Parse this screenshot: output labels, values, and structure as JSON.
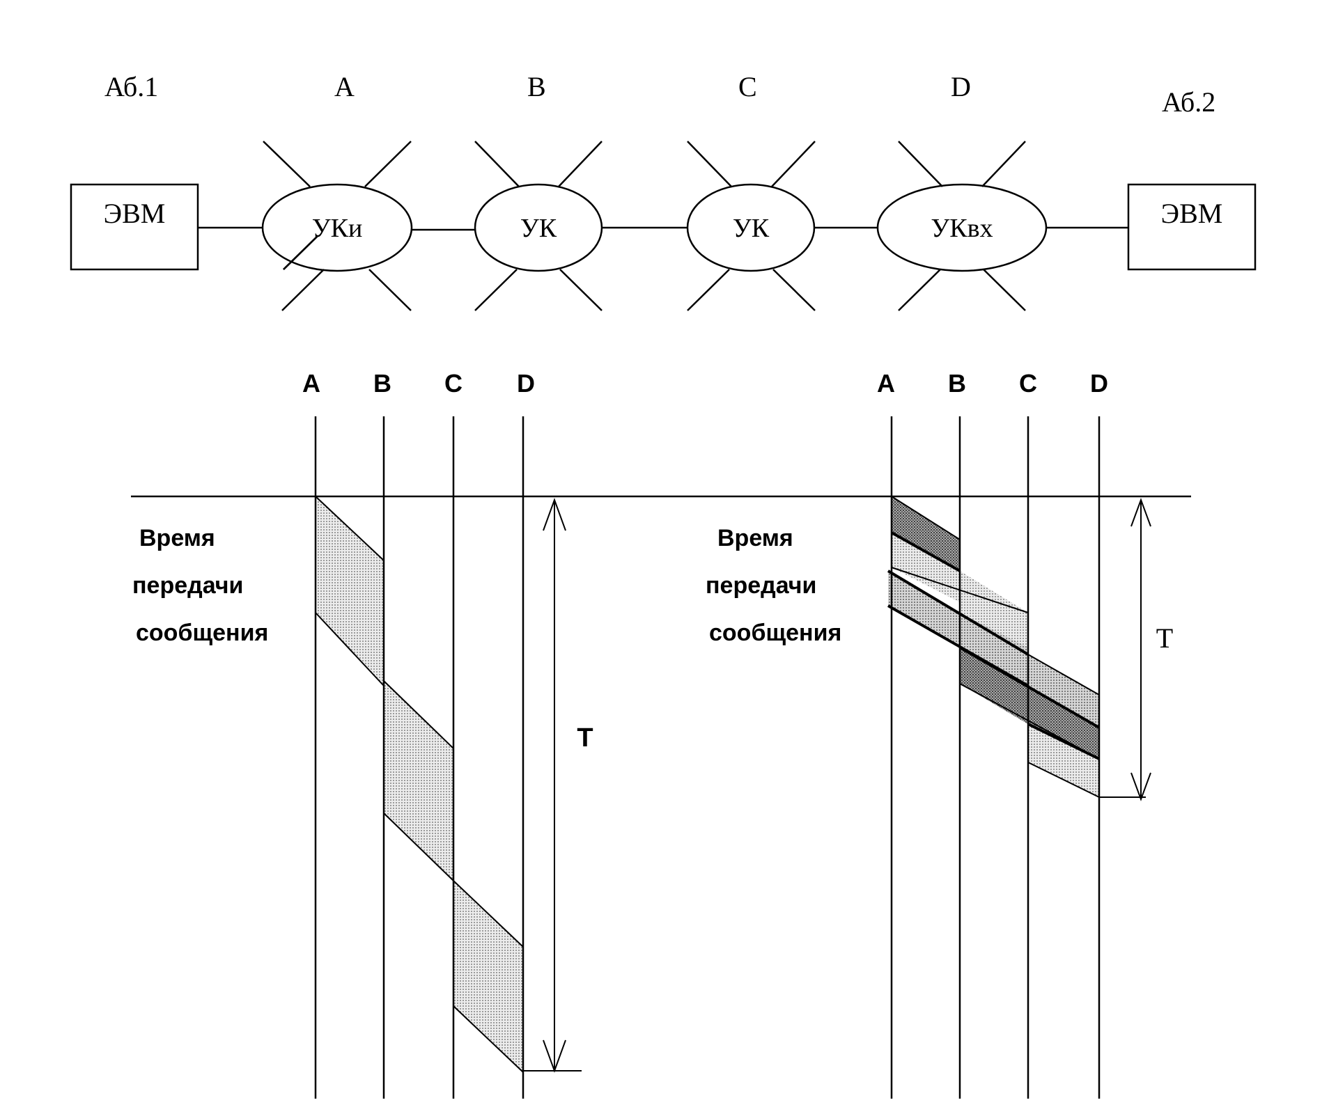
{
  "network": {
    "subscriber_left": "Аб.1",
    "subscriber_right": "Аб.2",
    "node_letters": [
      "A",
      "B",
      "C",
      "D"
    ],
    "computer_left": "ЭВМ",
    "computer_right": "ЭВМ",
    "nodes": [
      "УКи",
      "УК",
      "УК",
      "УКвх"
    ]
  },
  "left_diagram": {
    "stations": [
      "A",
      "B",
      "C",
      "D"
    ],
    "time_label": [
      "Время",
      "передачи",
      "сообщения"
    ],
    "period_label": "T"
  },
  "right_diagram": {
    "stations": [
      "A",
      "B",
      "C",
      "D"
    ],
    "time_label": [
      "Время",
      "передачи",
      "сообщения"
    ],
    "period_label": "T"
  },
  "colors": {
    "light_fill": "#e3e3e3",
    "mid_fill": "#c8c8c8",
    "dark_fill": "#8a8a8a"
  }
}
